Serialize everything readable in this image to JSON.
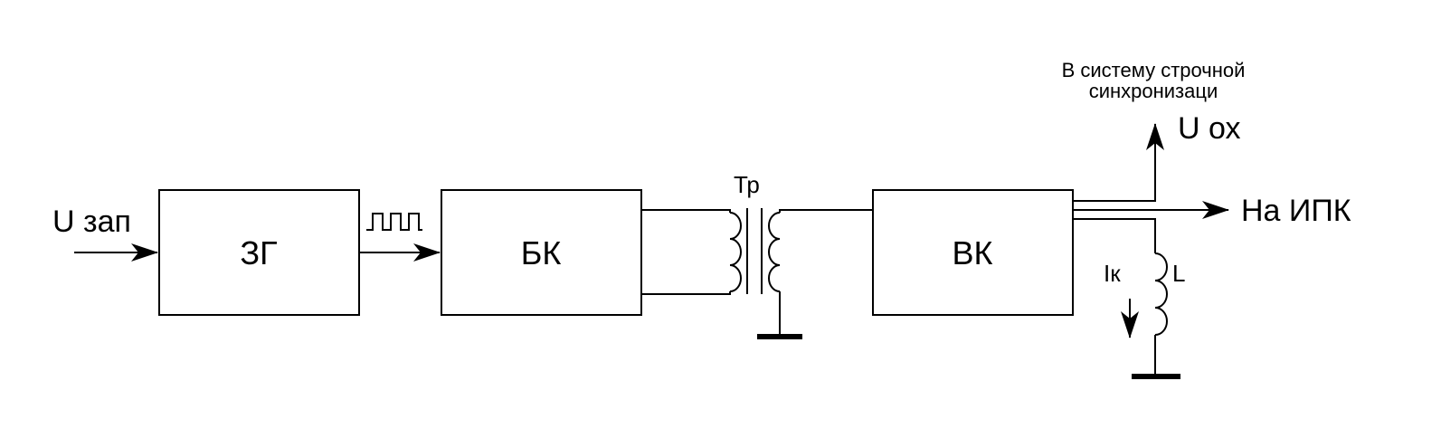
{
  "blocks": {
    "zg": "ЗГ",
    "bk": "БК",
    "vk": "ВК"
  },
  "labels": {
    "u_zap": "U зап",
    "transformer": "Тр",
    "u_ox": "U ох",
    "na_ipk": "На ИПК",
    "ik": "Iк",
    "inductor": "L",
    "sync_line1": "В систему строчной",
    "sync_line2": "синхронизаци"
  },
  "icons": [
    "pulse-train-icon",
    "ground-icon",
    "arrow-icon",
    "coil-icon"
  ]
}
